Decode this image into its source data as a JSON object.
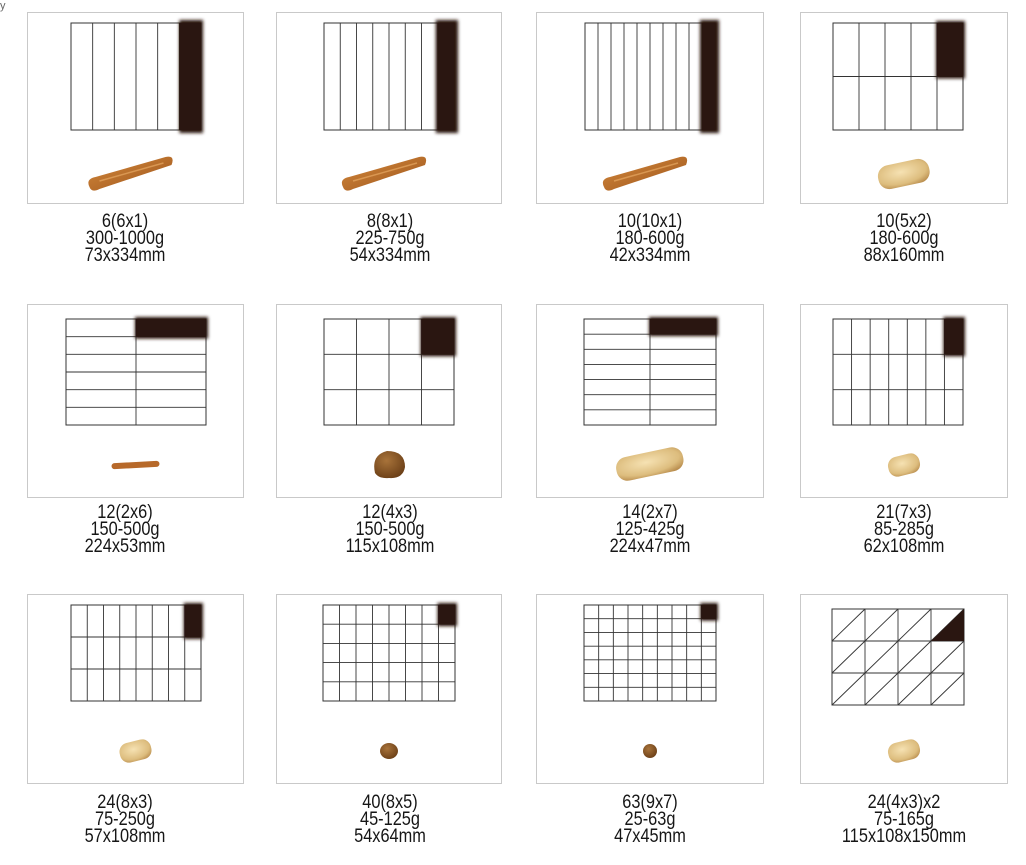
{
  "header": {
    "text": "y"
  },
  "colors": {
    "grid_line": "#333333",
    "blade": "#2a1611",
    "frame_border": "#c9c9c9",
    "bread_dark": "#b7692a",
    "bread_light": "#e3c98f",
    "bread_brown": "#8a5a2a"
  },
  "divisions": [
    {
      "count": "6(6x1)",
      "weight": "300-1000g",
      "size": "73x334mm",
      "cols": 6,
      "rows": 1,
      "blade": "tall",
      "bread": "baguette",
      "bread_icon": "baguette-icon"
    },
    {
      "count": "8(8x1)",
      "weight": "225-750g",
      "size": "54x334mm",
      "cols": 8,
      "rows": 1,
      "blade": "tall",
      "bread": "baguette",
      "bread_icon": "baguette-icon"
    },
    {
      "count": "10(10x1)",
      "weight": "180-600g",
      "size": "42x334mm",
      "cols": 10,
      "rows": 1,
      "blade": "tall",
      "bread": "baguette",
      "bread_icon": "baguette-icon"
    },
    {
      "count": "10(5x2)",
      "weight": "180-600g",
      "size": "88x160mm",
      "cols": 5,
      "rows": 2,
      "blade": "cell",
      "bread": "loaf",
      "bread_icon": "loaf-icon"
    },
    {
      "count": "12(2x6)",
      "weight": "150-500g",
      "size": "224x53mm",
      "cols": 2,
      "rows": 6,
      "blade": "cell",
      "bread": "thin-stick",
      "bread_icon": "bread-stick-icon"
    },
    {
      "count": "12(4x3)",
      "weight": "150-500g",
      "size": "115x108mm",
      "cols": 4,
      "rows": 3,
      "blade": "cell",
      "bread": "round-dark",
      "bread_icon": "round-bun-icon"
    },
    {
      "count": "14(2x7)",
      "weight": "125-425g",
      "size": "224x47mm",
      "cols": 2,
      "rows": 7,
      "blade": "cell",
      "bread": "loaf-long",
      "bread_icon": "loaf-icon"
    },
    {
      "count": "21(7x3)",
      "weight": "85-285g",
      "size": "62x108mm",
      "cols": 7,
      "rows": 3,
      "blade": "cell",
      "bread": "roll",
      "bread_icon": "roll-icon"
    },
    {
      "count": "24(8x3)",
      "weight": "75-250g",
      "size": "57x108mm",
      "cols": 8,
      "rows": 3,
      "blade": "cell",
      "bread": "roll",
      "bread_icon": "roll-icon"
    },
    {
      "count": "40(8x5)",
      "weight": "45-125g",
      "size": "54x64mm",
      "cols": 8,
      "rows": 5,
      "blade": "cell",
      "bread": "small-dark",
      "bread_icon": "small-bun-icon"
    },
    {
      "count": "63(9x7)",
      "weight": "25-63g",
      "size": "47x45mm",
      "cols": 9,
      "rows": 7,
      "blade": "cell",
      "bread": "tiny-dark",
      "bread_icon": "small-bun-icon"
    },
    {
      "count": "24(4x3)x2",
      "weight": "75-165g",
      "size": "115x108x150mm",
      "cols": 4,
      "rows": 3,
      "blade": "diagonal",
      "bread": "roll",
      "bread_icon": "roll-icon"
    }
  ]
}
